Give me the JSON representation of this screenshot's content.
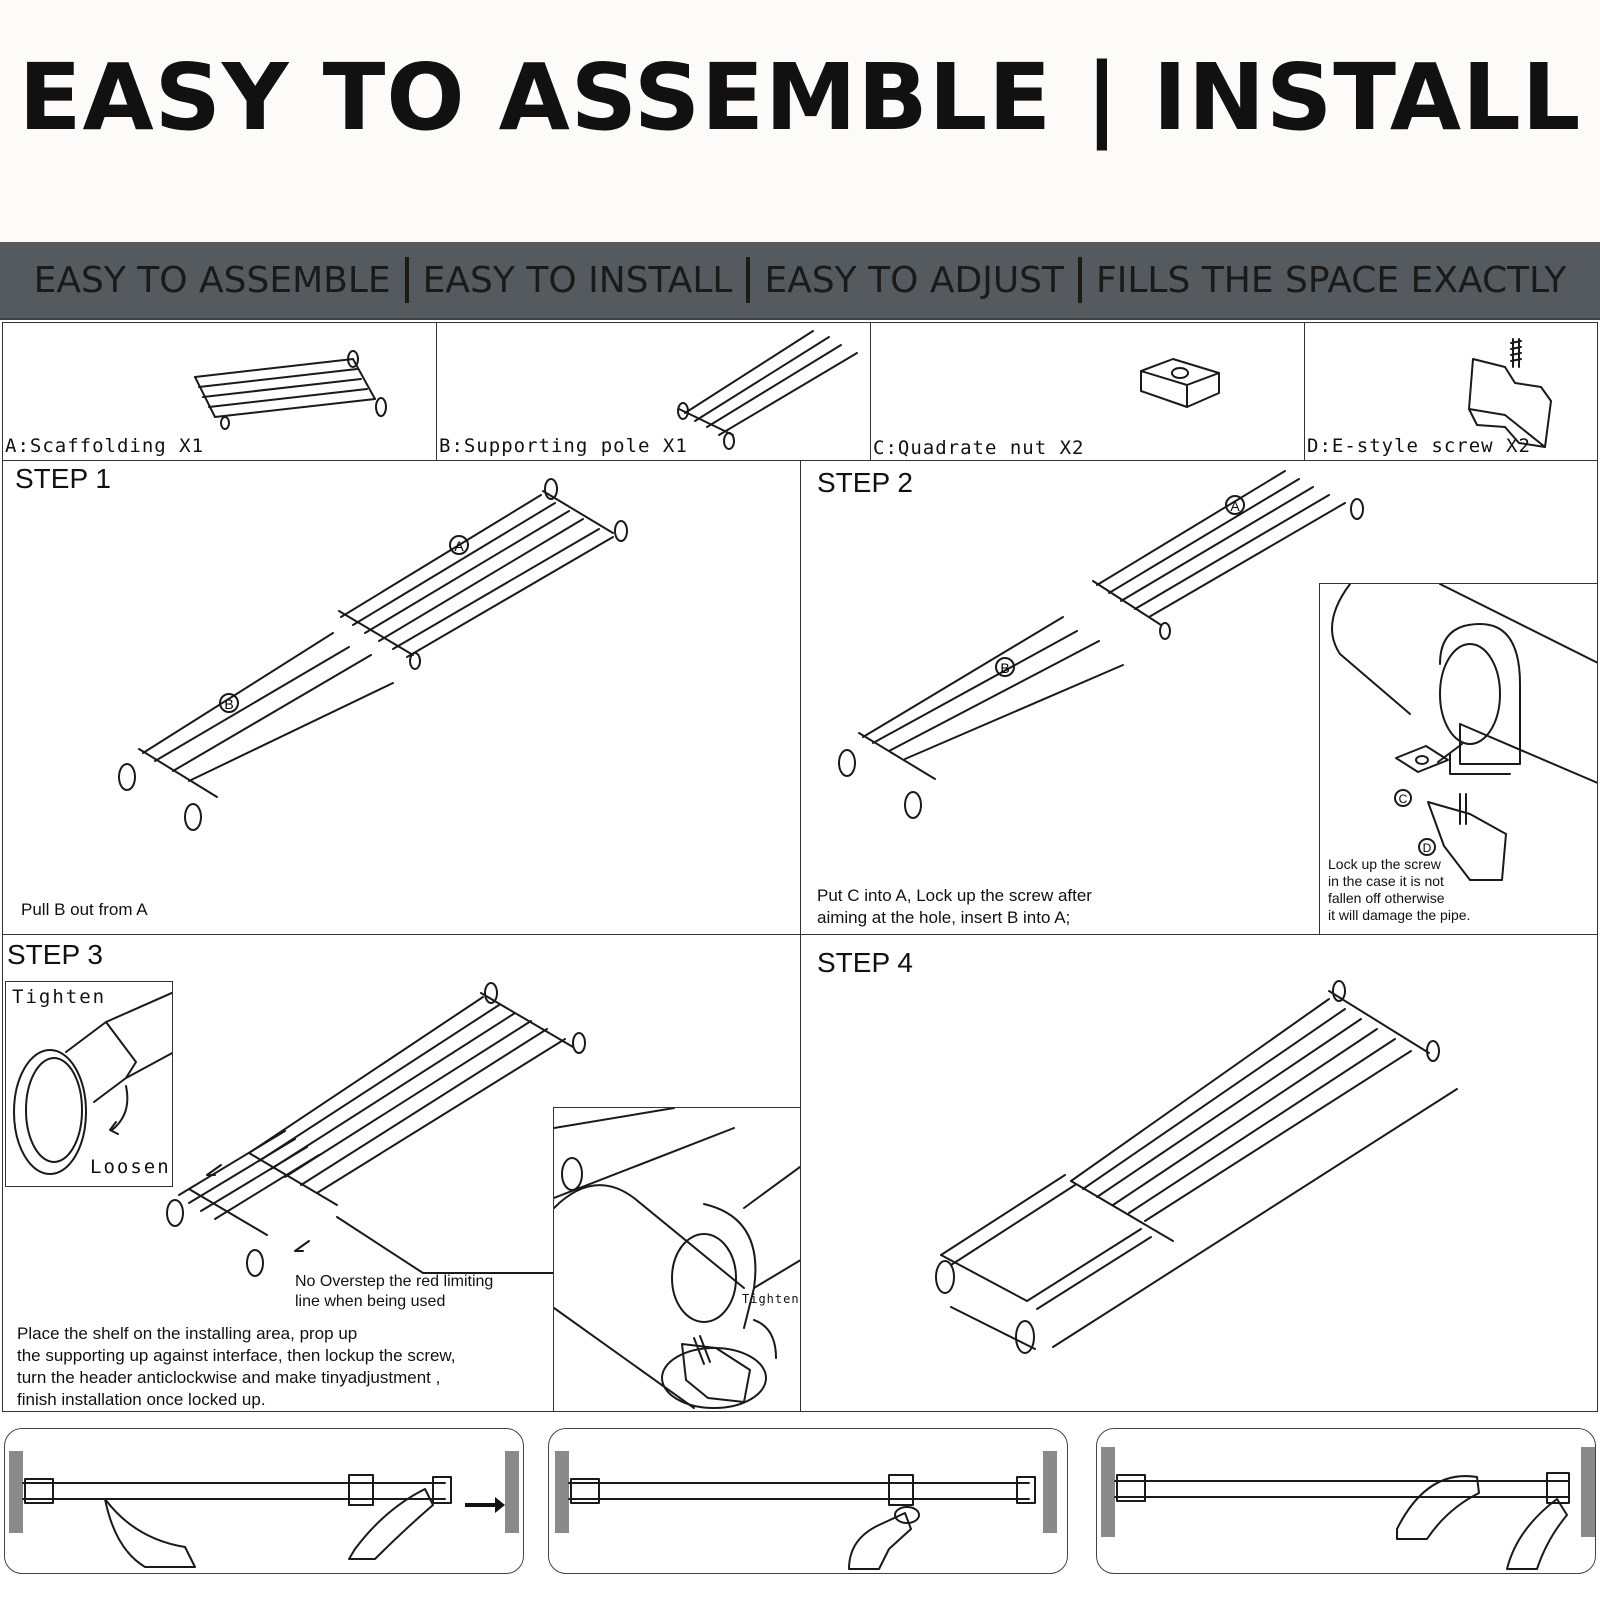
{
  "header": {
    "title": "EASY TO ASSEMBLE | INSTALL"
  },
  "features": [
    "EASY TO ASSEMBLE",
    "EASY TO INSTALL",
    "EASY TO ADJUST",
    "FILLS THE SPACE EXACTLY"
  ],
  "parts": [
    {
      "label": "A:Scaffolding X1"
    },
    {
      "label": "B:Supporting pole X1"
    },
    {
      "label": "C:Quadrate nut X2"
    },
    {
      "label": "D:E-style screw X2"
    }
  ],
  "steps": {
    "step1": {
      "title": "STEP 1",
      "caption": "Pull B out from A",
      "callout_a": "A",
      "callout_b": "B"
    },
    "step2": {
      "title": "STEP 2",
      "caption": [
        "Put C into A, Lock up the screw after",
        "aiming at the hole, insert B into A;"
      ],
      "callout_a": "A",
      "callout_b": "B",
      "callout_c": "C",
      "callout_d": "D",
      "inset_note": [
        "Lock up the screw",
        "in the case it is not",
        "fallen off otherwise",
        "it will damage the pipe."
      ]
    },
    "step3": {
      "title": "STEP 3",
      "tighten_label": "Tighten",
      "loosen_label": "Loosen",
      "warning": [
        "No Overstep the  red limiting",
        "line when being used"
      ],
      "inset_tighten": "Tighten",
      "caption": [
        "Place the shelf on the installing area, prop up",
        "the supporting up against interface, then lockup the screw,",
        "turn  the header anticlockwise and make tinyadjustment ,",
        "finish installation once locked up."
      ]
    },
    "step4": {
      "title": "STEP 4"
    }
  },
  "colors": {
    "features_bar": "#555a5e",
    "title_band": "#fdfafa",
    "ink": "#1a1a1a",
    "wall": "#8a8a8a"
  }
}
